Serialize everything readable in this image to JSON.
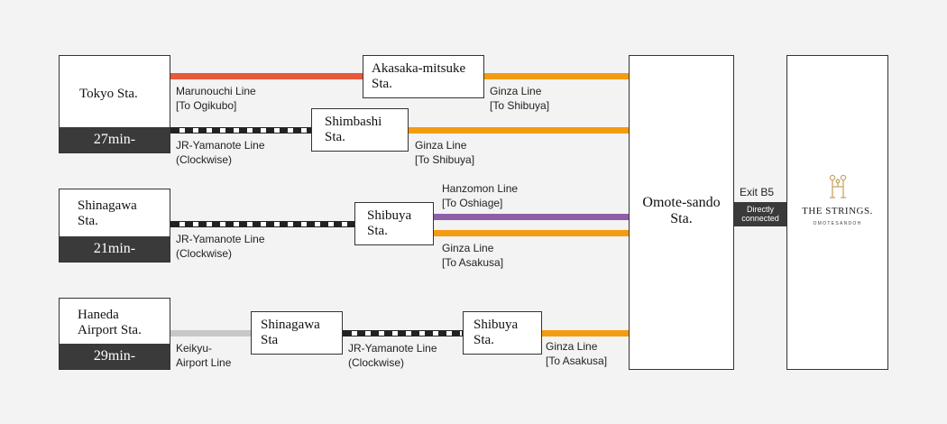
{
  "colors": {
    "marunouchi": "#e8583a",
    "ginza": "#f39c12",
    "hanzomon": "#8e5ea7",
    "keikyu": "#c8c8c8",
    "dark": "#3a3a3a",
    "gold": "#c9a56a"
  },
  "origins": {
    "tokyo": {
      "name": "Tokyo Sta.",
      "time": "27min-"
    },
    "shinagawa": {
      "name": "Shinagawa\nSta.",
      "time": "21min-"
    },
    "haneda": {
      "name": "Haneda\nAirport Sta.",
      "time": "29min-"
    }
  },
  "stations": {
    "akasaka": "Akasaka-mitsuke\nSta.",
    "shimbashi": "Shimbashi\nSta.",
    "shibuya1": "Shibuya\nSta.",
    "shinagawa2": "Shinagawa\nSta",
    "shibuya2": "Shibuya\nSta.",
    "omotesando": "Omote-sando\nSta."
  },
  "lines": {
    "marunouchi": "Marunouchi Line\n[To Ogikubo]",
    "ginza_akasaka": "Ginza Line\n[To Shibuya]",
    "jr_tokyo": "JR-Yamanote Line\n(Clockwise)",
    "ginza_shimbashi": "Ginza Line\n[To Shibuya]",
    "hanzomon": "Hanzomon Line\n[To Oshiage]",
    "jr_shinagawa": "JR-Yamanote Line\n(Clockwise)",
    "ginza_shibuya1": "Ginza Line\n[To Asakusa]",
    "keikyu": "Keikyu-\nAirport Line",
    "jr_haneda": "JR-Yamanote Line\n(Clockwise)",
    "ginza_shibuya2": "Ginza Line\n[To Asakusa]"
  },
  "exit": {
    "label": "Exit B5",
    "note": "Directly\nconnected"
  },
  "destination": {
    "name": "THE STRINGS.",
    "sub": "OMOTESANDOH",
    "logo_icon": "the-strings-logo-icon"
  }
}
